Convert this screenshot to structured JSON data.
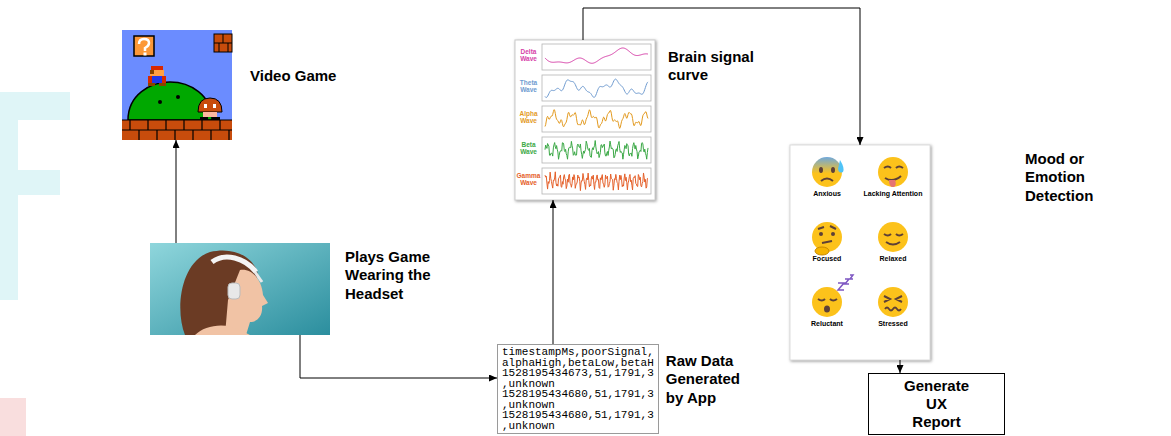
{
  "diagram": {
    "nodes": [
      {
        "text": [
          "Video Game"
        ]
      },
      {
        "text": [
          "Plays Game Wearing the Headset"
        ]
      },
      {
        "text": [
          "Raw Data Generated by App",
          "timestampMs,poorSignal,",
          "alphaHigh,betaLow,betaH",
          "1528195434673,51,1791,3",
          ",unknown",
          "1528195434680,51,1791,3",
          ",unknown",
          "1528195434680,51,1791,3",
          ",unknown"
        ]
      },
      {
        "text": [
          "Brain signal curve"
        ]
      },
      {
        "text": [
          "Mood or Emotion Detection"
        ]
      },
      {
        "text": [
          "Generate UX Report"
        ]
      }
    ],
    "edges": [
      {
        "from": 1,
        "to": 0,
        "arrow": "to"
      },
      {
        "from": 1,
        "to": 2,
        "arrow": "to"
      },
      {
        "from": 2,
        "to": 3,
        "arrow": "to"
      },
      {
        "from": 3,
        "to": 4,
        "arrow": "to"
      },
      {
        "from": 4,
        "to": 5,
        "arrow": "to"
      }
    ],
    "labels": [
      "Delta Wave",
      "Theta Wave",
      "Alpha Wave",
      "Beta Wave",
      "Gamma Wave",
      "Anxious",
      "Lacking Attention",
      "Focused",
      "Relaxed",
      "Reluctant",
      "Stressed"
    ]
  }
}
